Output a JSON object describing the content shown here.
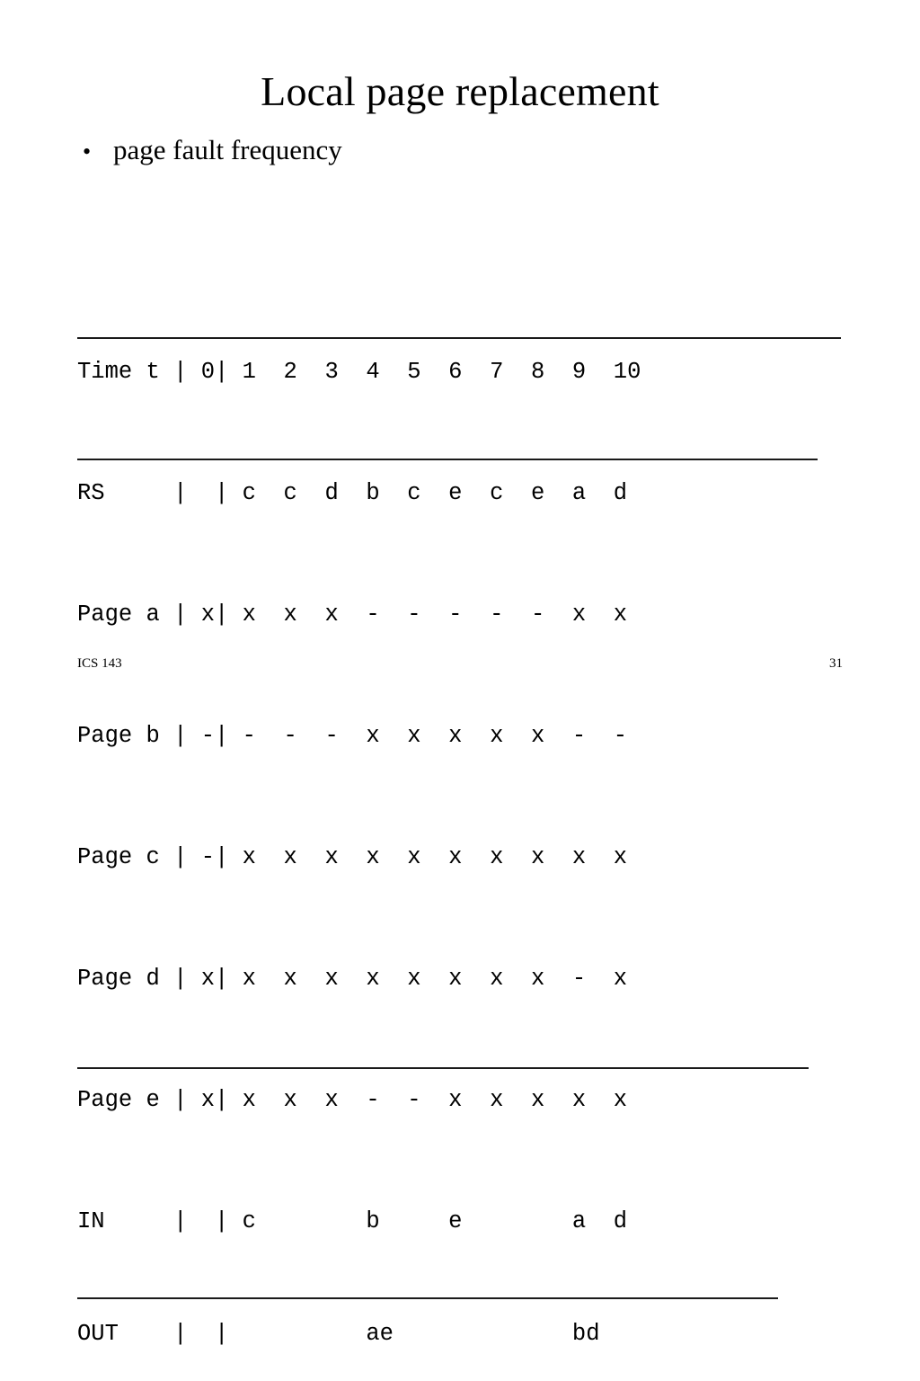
{
  "slide": {
    "title": "Local page replacement",
    "bullets": [
      {
        "marker": "•",
        "text": "page fault frequency"
      }
    ],
    "footer": {
      "course": "ICS 143",
      "page_number": "31"
    }
  },
  "table": {
    "rows": [
      {
        "name": "row-time",
        "text": "Time t | 0| 1  2  3  4  5  6  7  8  9  10",
        "rule": "r-time"
      },
      {
        "name": "row-rs",
        "text": "RS     |  | c  c  d  b  c  e  c  e  a  d",
        "rule": "r-rs"
      },
      {
        "name": "row-page-a",
        "text": "Page a | x| x  x  x  -  -  -  -  -  x  x",
        "rule": ""
      },
      {
        "name": "row-page-b",
        "text": "Page b | -| -  -  -  x  x  x  x  x  -  -",
        "rule": ""
      },
      {
        "name": "row-page-c",
        "text": "Page c | -| x  x  x  x  x  x  x  x  x  x",
        "rule": ""
      },
      {
        "name": "row-page-d",
        "text": "Page d | x| x  x  x  x  x  x  x  x  -  x",
        "rule": ""
      },
      {
        "name": "row-page-e",
        "text": "Page e | x| x  x  x  -  -  x  x  x  x  x",
        "rule": "r-pe"
      },
      {
        "name": "row-in",
        "text": "IN     |  | c        b     e        a  d",
        "rule": "",
        "tight": true
      },
      {
        "name": "row-out",
        "text": "OUT    |  |          ae             bd",
        "rule": "r-out",
        "tight": true
      }
    ],
    "legend": {
      "time_header": [
        "0",
        "1",
        "2",
        "3",
        "4",
        "5",
        "6",
        "7",
        "8",
        "9",
        "10"
      ],
      "reference_string": [
        "",
        "c",
        "c",
        "d",
        "b",
        "c",
        "e",
        "c",
        "e",
        "a",
        "d"
      ],
      "pages": {
        "a": [
          "x",
          "x",
          "x",
          "x",
          "-",
          "-",
          "-",
          "-",
          "-",
          "x",
          "x"
        ],
        "b": [
          "-",
          "-",
          "-",
          "-",
          "x",
          "x",
          "x",
          "x",
          "x",
          "-",
          "-"
        ],
        "c": [
          "-",
          "x",
          "x",
          "x",
          "x",
          "x",
          "x",
          "x",
          "x",
          "x",
          "x"
        ],
        "d": [
          "x",
          "x",
          "x",
          "x",
          "x",
          "x",
          "x",
          "x",
          "x",
          "-",
          "x"
        ],
        "e": [
          "x",
          "x",
          "x",
          "x",
          "-",
          "-",
          "x",
          "x",
          "x",
          "x",
          "x"
        ]
      },
      "in": [
        "",
        "c",
        "",
        "",
        "b",
        "",
        "e",
        "",
        "",
        "a",
        "d"
      ],
      "out": [
        "",
        "",
        "",
        "",
        "ae",
        "",
        "",
        "",
        "",
        "bd",
        ""
      ]
    }
  },
  "colors": {
    "background": "#ffffff",
    "text": "#000000",
    "rule": "#1a1a1a"
  }
}
